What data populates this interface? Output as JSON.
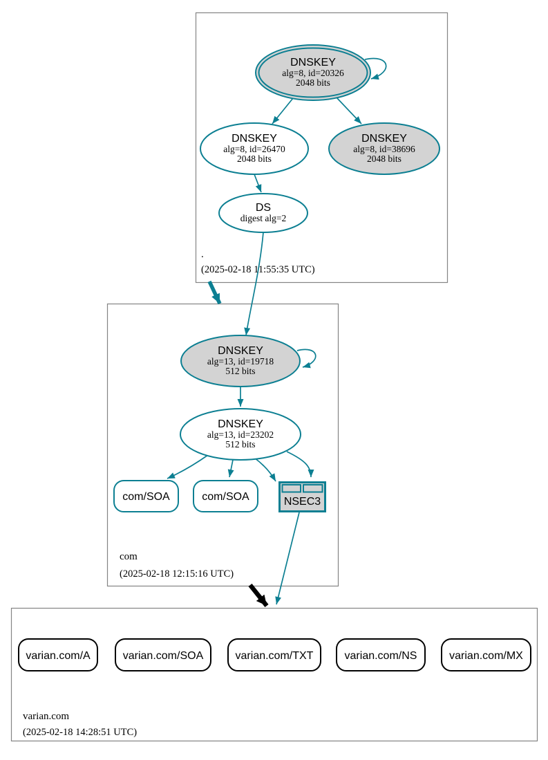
{
  "colors": {
    "secure_edge": "#0c7f92",
    "insecure_edge": "#000000",
    "node_fill_gray": "#d3d3d3",
    "cluster_border": "#848484"
  },
  "zones": {
    "root": {
      "label": ".",
      "timestamp": "(2025-02-18 11:55:35 UTC)",
      "ksk": {
        "type": "DNSKEY",
        "meta": "alg=8, id=20326",
        "size": "2048 bits"
      },
      "zsk": {
        "type": "DNSKEY",
        "meta": "alg=8, id=26470",
        "size": "2048 bits"
      },
      "standby_key": {
        "type": "DNSKEY",
        "meta": "alg=8, id=38696",
        "size": "2048 bits"
      },
      "ds": {
        "type": "DS",
        "meta": "digest alg=2"
      }
    },
    "com": {
      "label": "com",
      "timestamp": "(2025-02-18 12:15:16 UTC)",
      "ksk": {
        "type": "DNSKEY",
        "meta": "alg=13, id=19718",
        "size": "512 bits"
      },
      "zsk": {
        "type": "DNSKEY",
        "meta": "alg=13, id=23202",
        "size": "512 bits"
      },
      "soa1": {
        "label": "com/SOA"
      },
      "soa2": {
        "label": "com/SOA"
      },
      "nsec3": {
        "label": "NSEC3"
      }
    },
    "varian": {
      "label": "varian.com",
      "timestamp": "(2025-02-18 14:28:51 UTC)",
      "rrsets": [
        {
          "label": "varian.com/A"
        },
        {
          "label": "varian.com/SOA"
        },
        {
          "label": "varian.com/TXT"
        },
        {
          "label": "varian.com/NS"
        },
        {
          "label": "varian.com/MX"
        }
      ]
    }
  }
}
